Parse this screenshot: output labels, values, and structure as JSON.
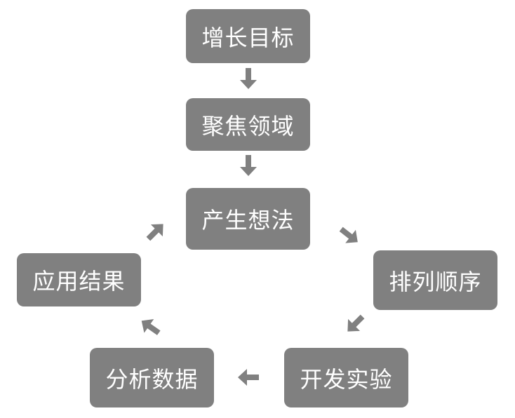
{
  "colors": {
    "node_fill": "#808080",
    "node_text": "#ffffff",
    "arrow": "#808080",
    "background": "#ffffff"
  },
  "nodes": {
    "goal": "增长目标",
    "focus": "聚焦领域",
    "ideas": "产生想法",
    "rank": "排列顺序",
    "test": "开发实验",
    "analyze": "分析数据",
    "apply": "应用结果"
  },
  "edges": [
    {
      "from": "goal",
      "to": "focus"
    },
    {
      "from": "focus",
      "to": "ideas"
    },
    {
      "from": "ideas",
      "to": "rank"
    },
    {
      "from": "rank",
      "to": "test"
    },
    {
      "from": "test",
      "to": "analyze"
    },
    {
      "from": "analyze",
      "to": "apply"
    },
    {
      "from": "apply",
      "to": "ideas"
    }
  ]
}
